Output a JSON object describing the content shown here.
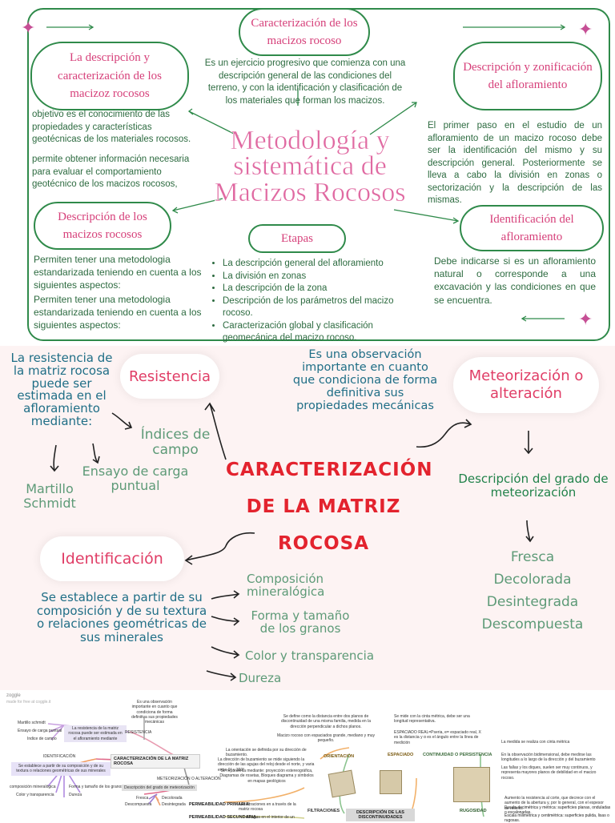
{
  "top": {
    "title": "Metodología y sistemática de Macizos Rocosos",
    "boxes": {
      "caracterizacion": "Caracterización de los macizos rocoso",
      "descripcion_caract": "La descripción y caracterización de los macizoz rocosos",
      "descripcion_zonificacion": "Descripción y zonificación del afloramiento",
      "descripcion_macizos": "Descripción de los macizos rocosos",
      "etapas": "Etapas",
      "identificacion": "Identificación del afloramiento"
    },
    "texts": {
      "caracterizacion": "Es un ejercicio progresivo que comienza con una descripción general de las condiciones del terreno, y con la identificación y clasificación de los materiales que forman los macizos.",
      "objetivo": " objetivo es el conocimiento de las propiedades y características geotécnicas de los materiales rocosos.",
      "permite": " permite obtener información necesaria para evaluar el comportamiento geotécnico de los macizos rocosos,",
      "primer_paso": "El primer paso en el estudio de un afloramiento de un macizo rocoso debe ser la identificación del mismo y su descripción general. Posteriormente se lleva a cabo la división en zonas o sectorización y la descripción de las mismas.",
      "permiten_1": "Permiten tener una metodologia estandarizada teniendo en cuenta a los siguientes aspectos:",
      "permiten_2": "Permiten tener una metodologia estandarizada teniendo en cuenta a los siguientes aspectos:",
      "debe": "Debe indicarse si es un afloramiento natural o corresponde a una excavación y las condiciones en que se encuentra."
    },
    "etapas": [
      "La descripción general del afloramiento",
      "La división en zonas",
      "La descripción de la zona",
      "Descripción de los parámetros del macizo rocoso.",
      "Caracterización global y clasificación geomecánica del macizo rocoso."
    ]
  },
  "middle": {
    "title": [
      "CARACTERIZACIÓN",
      "DE LA MATRIZ",
      "ROCOSA"
    ],
    "resistencia_text": "La resistencia de la matriz rocosa puede ser estimada en el afloramiento mediante:",
    "resistencia": "Resistencia",
    "indices": "Índices de campo",
    "ensayo": "Ensayo de carga puntual",
    "martillo": "Martillo Schmidt",
    "observacion": "Es una observación importante en cuanto que condiciona de forma definitiva sus propiedades mecánicas",
    "meteorizacion": "Meteorización o alteración",
    "descripcion_grado": "Descripción del grado de meteorización",
    "grados": [
      "Fresca",
      "Decolorada",
      "Desintegrada",
      "Descompuesta"
    ],
    "identificacion": "Identificación",
    "identificacion_text": "Se establece a partir de su composición y de su textura o relaciones geométricas de sus minerales",
    "props": [
      "Composición mineralógica",
      "Forma y tamaño de los granos",
      "Color y transparencia",
      "Dureza"
    ]
  },
  "bottom": {
    "watermark": "zoggle",
    "watermark_sub": "made for free at coggle.it",
    "left": {
      "martillo": "Martillo schmidt",
      "ensayo": "Ensayo de carga puntual",
      "indice": "Indice de campo",
      "resistencia_text": "La resistencia de la matriz rocosa puede ser estimada en el afloramiento mediante",
      "resistencia": "RESISTENCIA",
      "observacion": "Es una observación importante en cuanto que condiciona de forma definitiva sus propiedades mecánicas",
      "identificacion": "IDENTIFICACIÓN",
      "center": "CARACTERIZACIÓN DE LA MATRIZ ROCOSA",
      "establece": "Se establece a partir de su composición y de su textura o relaciones geométricas de sus minerales",
      "meteorizacion": "METEORIZACIÓN O ALTERACIÓN",
      "comp": "composición mineralógica",
      "forma": "Forma y tamaño de los granos",
      "color": "Color y transparencia",
      "dureza": "Dureza",
      "desc_grado": "Descripción del grado de meteorización",
      "fresca": "Fresca",
      "decolorada": "Decolorada",
      "descompuesta": "Descompuesta",
      "desintegrada": "Desintegrada"
    },
    "right": {
      "orientacion_text1": "Se define como la distancia entre dos planos de discontinuidad de una misma familia, medida en la dirección perpendicular a dichos planos.",
      "mide": "Se mide con la cinta métrica, debe ser una longitud representativa.",
      "espaciado_real": "ESPACIADO REAL=Pseria, e= espaciado real, X es la distancia y α es el ángulo entre la línea de medición",
      "macizo": "Macizo rocoso con espaciados grande, mediano y muy pequeño.",
      "orient_def": "La orientación se definida por su dirección de buzamiento.",
      "direccion": "La dirección de buzamiento se mide siguiendo la dirección de las agujas del reloj desde el norte, y varia entre 0° y 360°",
      "representa": "Se representa mediante: proyección estereográfica, Diagramas de rosetas, Bloques diagrama y símbolos en mapas geológicos",
      "orientacion": "ORIENTACIÓN",
      "espaciado": "ESPACIADO",
      "continuidad": "CONTINUIDAD O PERSISTENCIA",
      "cinta": "La medida se realiza con cinta métrica",
      "bidimensional": "En la observación bidimensional, debe medirse las longitudes a lo largo de la dirección y del buzamiento",
      "familias": "Las fallas y los diques, suelen ser muy continuos, y representa mayores planos de debilidad en el macizo rocoso.",
      "aumento": "Aumento la resistencia al corte, que decrece con el aumento de la abertura y, por lo general, con el espesor de relleno.",
      "escala_metrica": "Escala decimétrica y métrica: superficies planas, onduladas o escalonadas.",
      "escala_mili": "Escala milimétrica y centimétrica: superficies pulida, lisas o rugosas.",
      "perm_primaria_label": "PERMEABILIDAD PRIMARIA:",
      "perm_primaria": "Las filtraciones en a través de la matriz rocosa",
      "perm_secundaria_label": "PERMEABILIDAD SECUNDARIA:",
      "perm_secundaria": "El agua en el interior de un",
      "filtraciones": "FILTRACIONES",
      "desc_discontinuidades": "DESCRIPCIÓN DE LAS DISCONTINUIDADES",
      "rugosidad": "RUGOSIDAD"
    }
  }
}
